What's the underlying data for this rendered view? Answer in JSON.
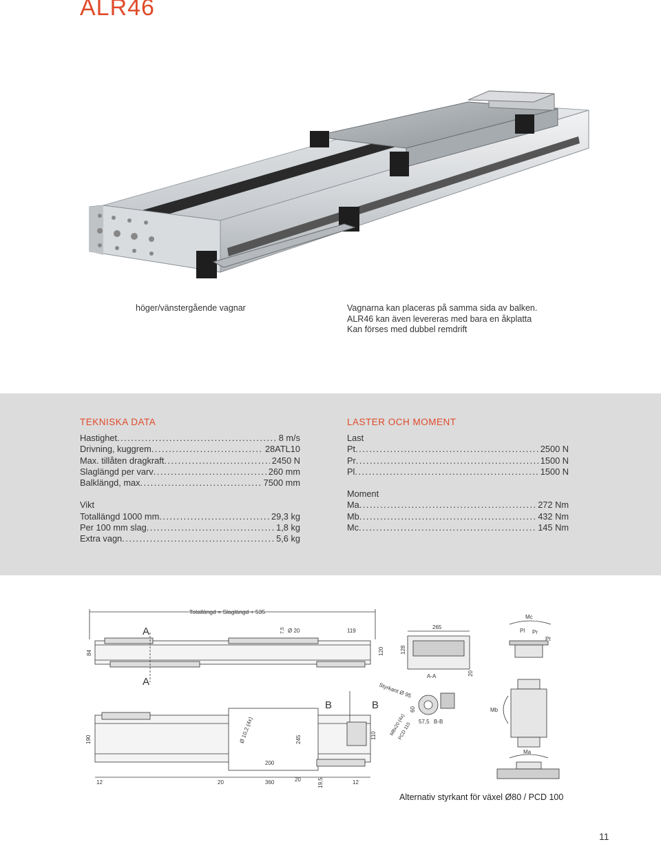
{
  "title": "ALR46",
  "caption_left": "höger/vänstergående vagnar",
  "caption_right": [
    "Vagnarna kan placeras på samma sida av balken.",
    "ALR46 kan även levereras med bara en åkplatta",
    "Kan förses med dubbel remdrift"
  ],
  "tech": {
    "heading": "TEKNISKA DATA",
    "rows": [
      {
        "label": "Hastighet",
        "value": "8 m/s"
      },
      {
        "label": "Drivning, kuggrem",
        "value": "28ATL10"
      },
      {
        "label": "Max. tillåten dragkraft",
        "value": "2450 N"
      },
      {
        "label": "Slaglängd per varv",
        "value": "260 mm"
      },
      {
        "label": "Balklängd, max",
        "value": "7500 mm"
      }
    ],
    "weight_heading": "Vikt",
    "weight_rows": [
      {
        "label": "Totallängd 1000 mm",
        "value": "29,3 kg"
      },
      {
        "label": "Per 100 mm slag",
        "value": "1,8 kg"
      },
      {
        "label": "Extra vagn",
        "value": "5,6 kg"
      }
    ]
  },
  "loads": {
    "heading": "LASTER OCH MOMENT",
    "last_heading": "Last",
    "last_rows": [
      {
        "label": "Pt",
        "value": "2500 N"
      },
      {
        "label": "Pr",
        "value": "1500 N"
      },
      {
        "label": "Pl",
        "value": "1500 N"
      }
    ],
    "moment_heading": "Moment",
    "moment_rows": [
      {
        "label": "Ma",
        "value": "272 Nm"
      },
      {
        "label": "Mb",
        "value": "432 Nm"
      },
      {
        "label": "Mc",
        "value": "145 Nm"
      }
    ]
  },
  "drawing": {
    "total_length": "Totallängd = Slaglängd + 535",
    "section_a": "A",
    "section_b": "B",
    "section_aa": "A-A",
    "section_bb": "B-B",
    "dims": {
      "d20": "Ø 20",
      "h7_5": "7,5",
      "w119": "119",
      "h84": "84",
      "h120": "120",
      "h128": "128",
      "w265": "265",
      "h20": "20",
      "h190": "190",
      "w12a": "12",
      "w20a": "20",
      "w360": "360",
      "w20b": "20",
      "w19_5": "19,5",
      "w12b": "12",
      "w200": "200",
      "h245": "245",
      "d10": "Ø 10,2 (4x)",
      "h110": "110",
      "h60": "60",
      "w57_5": "57,5",
      "styrkant": "Styrkant Ø 95",
      "m8": "M8x20 (4x)",
      "pcd": "PCD 115"
    },
    "forces": {
      "mc": "Mc",
      "pl": "Pl",
      "pr": "Pr",
      "pt": "Pt",
      "mb": "Mb",
      "ma": "Ma"
    }
  },
  "alt_caption": "Alternativ styrkant för växel Ø80 / PCD 100",
  "page_number": "11",
  "colors": {
    "accent": "#e04a2a",
    "band": "#dcdcdc"
  }
}
